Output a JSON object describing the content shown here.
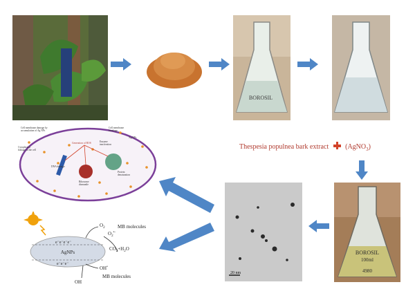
{
  "figure": {
    "colors": {
      "arrow": "#4f86c6",
      "plus": "#d2432a",
      "extract_text": "#b03a2e",
      "cell_border": "#7b3f99",
      "nanoparticle": "#e8922a",
      "sun": "#f0a10b"
    },
    "photos": {
      "plant": "Thespesia populnea plant",
      "powder": "bark powder",
      "flask1": "aqueous extract flask",
      "flask2": "extract flask",
      "flask3": "silver nanoparticle solution flask",
      "tem": "TEM image"
    },
    "flask_labels": {
      "brand": "BOROSIL",
      "volume": "100ml",
      "number": "4980"
    },
    "tem_scale": "20 nm",
    "reaction": {
      "extract": "Thespesia populnea bark extract",
      "reagent_prefix": "(AgNO",
      "reagent_sub": "3",
      "reagent_suffix": ")"
    },
    "cell_diagram": {
      "labels": [
        "Cell membrane damage by",
        "accumulation of Ag NPs",
        "Cell membrane",
        "breakage",
        "Ag NPs",
        "Cytoplasmic",
        "leakage to the cell",
        "Generation of ROS",
        "Enzyme",
        "inactivation",
        "DNA damage",
        "Protein",
        "denaturation",
        "Ribosome",
        "dismantle"
      ]
    },
    "photocatalysis": {
      "particle_label": "AgNPs",
      "electrons": "e⁻e⁻e⁻e⁻",
      "holes": "e⁻e⁻e⁻",
      "o2": "O",
      "o2_sub": "2",
      "superoxide": "O",
      "superoxide_sub": "2",
      "superoxide_sup": "•-",
      "mb_top": "MB molecules",
      "products_a": "CO",
      "products_a_sub": "2",
      "products_b": "+H",
      "products_b_sub": "2",
      "products_c": "O",
      "oh_radical": "OH",
      "oh_radical_sup": "•",
      "mb_bottom": "MB molecules",
      "oh": "OH"
    }
  }
}
